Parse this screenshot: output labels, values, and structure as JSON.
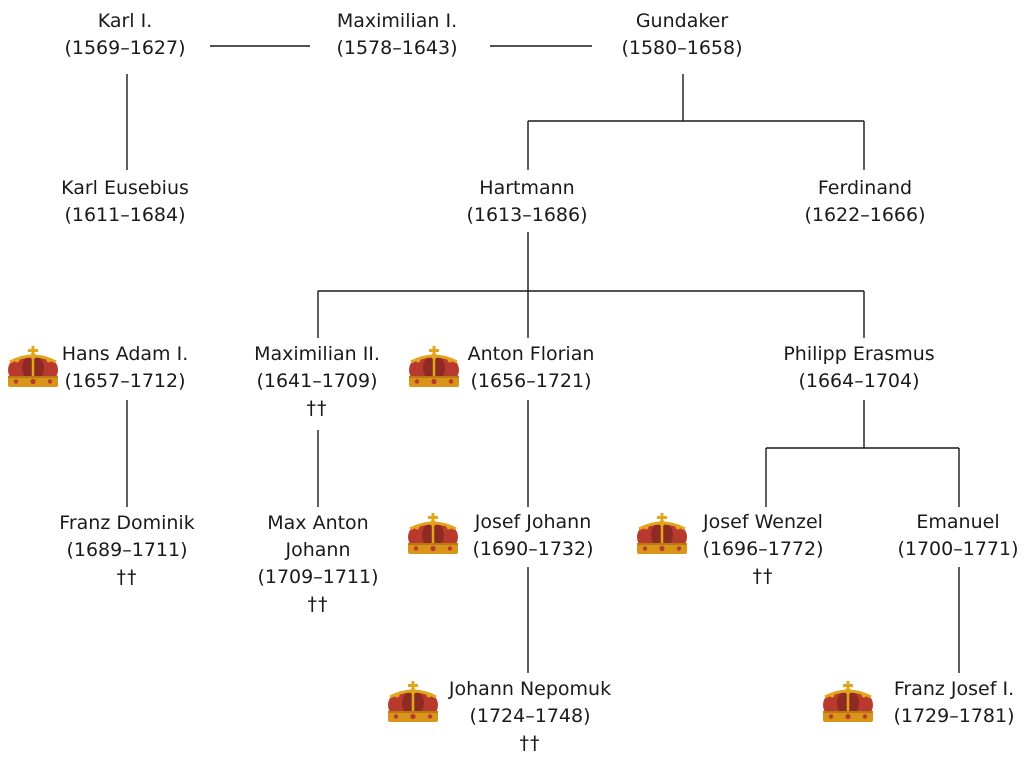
{
  "colors": {
    "line": "#1a1a1a",
    "text": "#1a1a1a",
    "crown_gold": "#e3a51e",
    "crown_gold_dark": "#b87b14",
    "crown_velvet": "#b83a2e",
    "crown_velvet_dark": "#8d2a22",
    "crown_band": "#d9951a"
  },
  "icons": {
    "ruler_marker": "crown-icon"
  },
  "people": {
    "karl1": {
      "name": "Karl I.",
      "years": "(1569–1627)"
    },
    "maximilian1": {
      "name": "Maximilian I.",
      "years": "(1578–1643)"
    },
    "gundaker": {
      "name": "Gundaker",
      "years": "(1580–1658)"
    },
    "karl_eusebius": {
      "name": "Karl Eusebius",
      "years": "(1611–1684)"
    },
    "hartmann": {
      "name": "Hartmann",
      "years": "(1613–1686)"
    },
    "ferdinand": {
      "name": "Ferdinand",
      "years": "(1622–1666)"
    },
    "hans_adam1": {
      "name": "Hans Adam I.",
      "years": "(1657–1712)"
    },
    "maximilian2": {
      "name": "Maximilian II.",
      "years": "(1641–1709)",
      "mark": "††"
    },
    "anton_florian": {
      "name": "Anton Florian",
      "years": "(1656–1721)"
    },
    "philipp_erasmus": {
      "name": "Philipp Erasmus",
      "years": "(1664–1704)"
    },
    "franz_dominik": {
      "name": "Franz Dominik",
      "years": "(1689–1711)",
      "mark": "††"
    },
    "max_anton_johann": {
      "name": "Max Anton",
      "name2": "Johann",
      "years": "(1709–1711)",
      "mark": "††"
    },
    "josef_johann": {
      "name": "Josef Johann",
      "years": "(1690–1732)"
    },
    "josef_wenzel": {
      "name": "Josef Wenzel",
      "years": "(1696–1772)",
      "mark": "††"
    },
    "emanuel": {
      "name": "Emanuel",
      "years": "(1700–1771)"
    },
    "johann_nepomuk": {
      "name": "Johann Nepomuk",
      "years": "(1724–1748)",
      "mark": "††"
    },
    "franz_josef1": {
      "name": "Franz Josef I.",
      "years": "(1729–1781)"
    }
  }
}
